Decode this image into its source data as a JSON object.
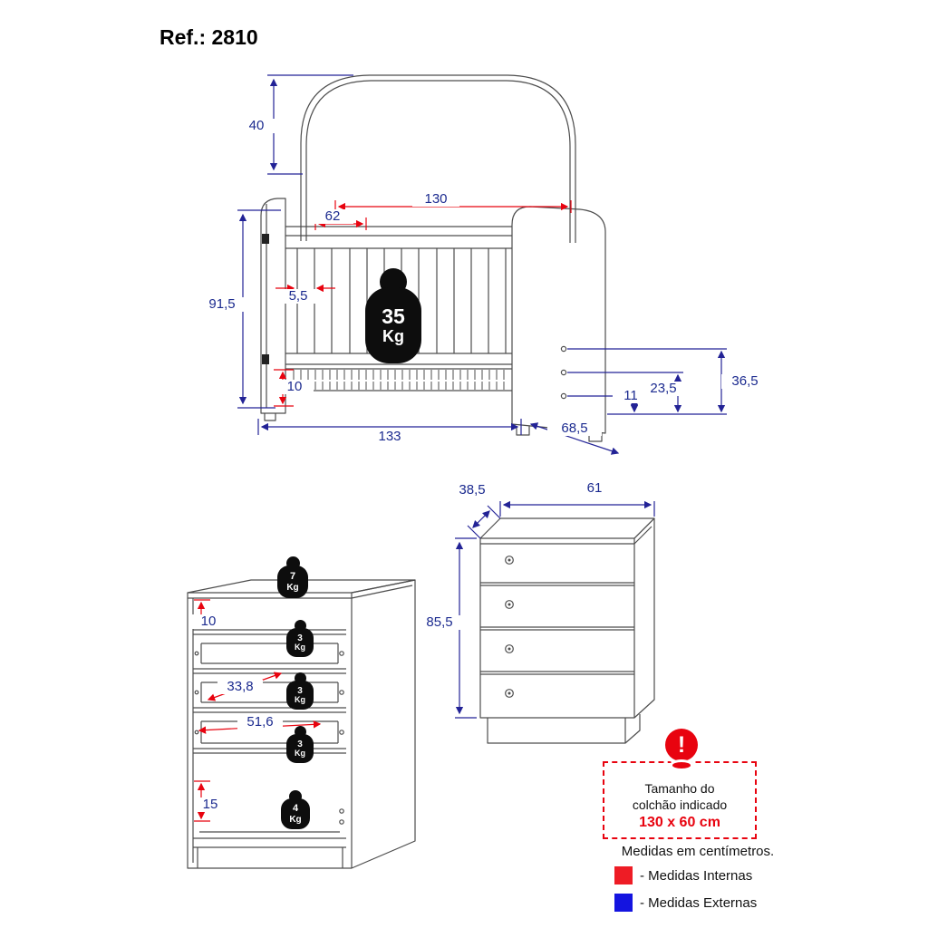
{
  "title": "Ref.: 2810",
  "colors": {
    "internal_measure": "#e8030f",
    "external_measure": "#232396",
    "dimension_text": "#1b2a8f",
    "drawing_line": "#4d4d4d",
    "legend_internal_swatch": "#ee1c25",
    "legend_external_swatch": "#1414e0"
  },
  "crib": {
    "headboard_height": "40",
    "internal_length": "130",
    "internal_width": "62",
    "external_height": "91,5",
    "slat_gap": "5,5",
    "base_height": "10",
    "external_length": "133",
    "external_depth": "68,5",
    "base_level_1": "11",
    "base_level_2": "23,5",
    "base_level_3": "36,5",
    "max_weight": {
      "value": "35",
      "unit": "Kg"
    }
  },
  "dresser_open": {
    "top_gap": "10",
    "drawer_depth": "33,8",
    "drawer_width": "51,6",
    "bottom_gap": "15",
    "weights": {
      "top": {
        "value": "7",
        "unit": "Kg"
      },
      "drawer_1": {
        "value": "3",
        "unit": "Kg"
      },
      "drawer_2": {
        "value": "3",
        "unit": "Kg"
      },
      "drawer_3": {
        "value": "3",
        "unit": "Kg"
      },
      "bottom": {
        "value": "4",
        "unit": "Kg"
      }
    }
  },
  "dresser_closed": {
    "depth": "38,5",
    "width": "61",
    "height": "85,5"
  },
  "notice": {
    "text_line1": "Tamanho do",
    "text_line2": "colchão indicado",
    "size": "130 x 60 cm",
    "exclamation": "!"
  },
  "legend": {
    "units_note": "Medidas em centímetros.",
    "internal_label": "- Medidas Internas",
    "external_label": "- Medidas Externas"
  }
}
